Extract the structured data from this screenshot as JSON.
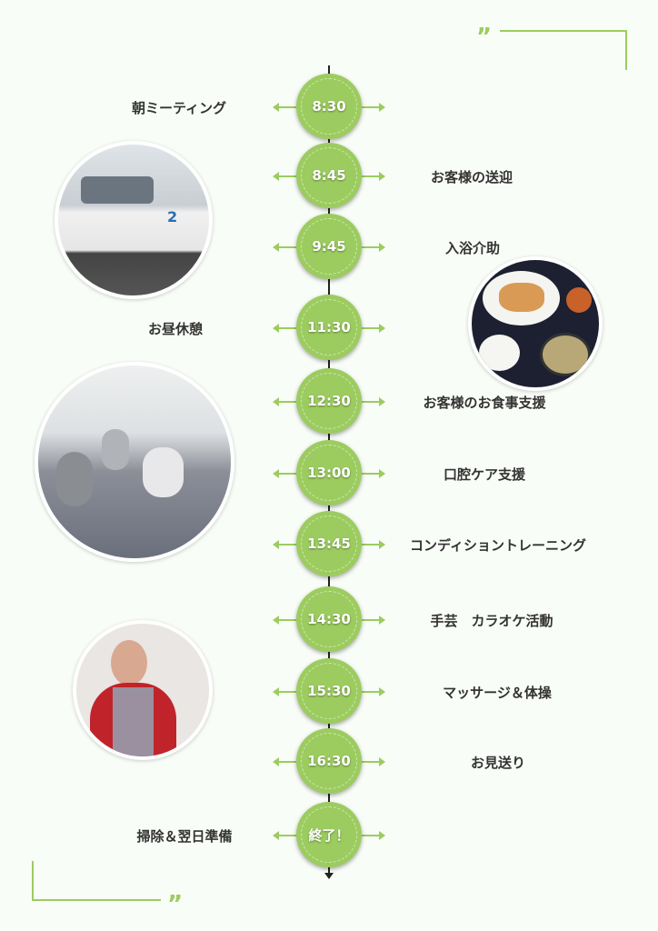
{
  "schedule": [
    {
      "time": "8:30",
      "label": "朝ミーティング",
      "side": "left"
    },
    {
      "time": "8:45",
      "label": "お客様の送迎",
      "side": "right"
    },
    {
      "time": "9:45",
      "label": "入浴介助",
      "side": "right"
    },
    {
      "time": "11:30",
      "label": "お昼休憩",
      "side": "left"
    },
    {
      "time": "12:30",
      "label": "お客様のお食事支援",
      "side": "right"
    },
    {
      "time": "13:00",
      "label": "口腔ケア支援",
      "side": "right"
    },
    {
      "time": "13:45",
      "label": "コンディショントレーニング",
      "side": "right"
    },
    {
      "time": "14:30",
      "label": "手芸　カラオケ活動",
      "side": "right"
    },
    {
      "time": "15:30",
      "label": "マッサージ＆体操",
      "side": "right"
    },
    {
      "time": "16:30",
      "label": "お見送り",
      "side": "right"
    },
    {
      "time": "終了！",
      "label": "掃除＆翌日準備",
      "side": "left"
    }
  ],
  "van_plate": "2",
  "colors": {
    "accent": "#9ccc5f",
    "background": "#f9fdf7"
  }
}
